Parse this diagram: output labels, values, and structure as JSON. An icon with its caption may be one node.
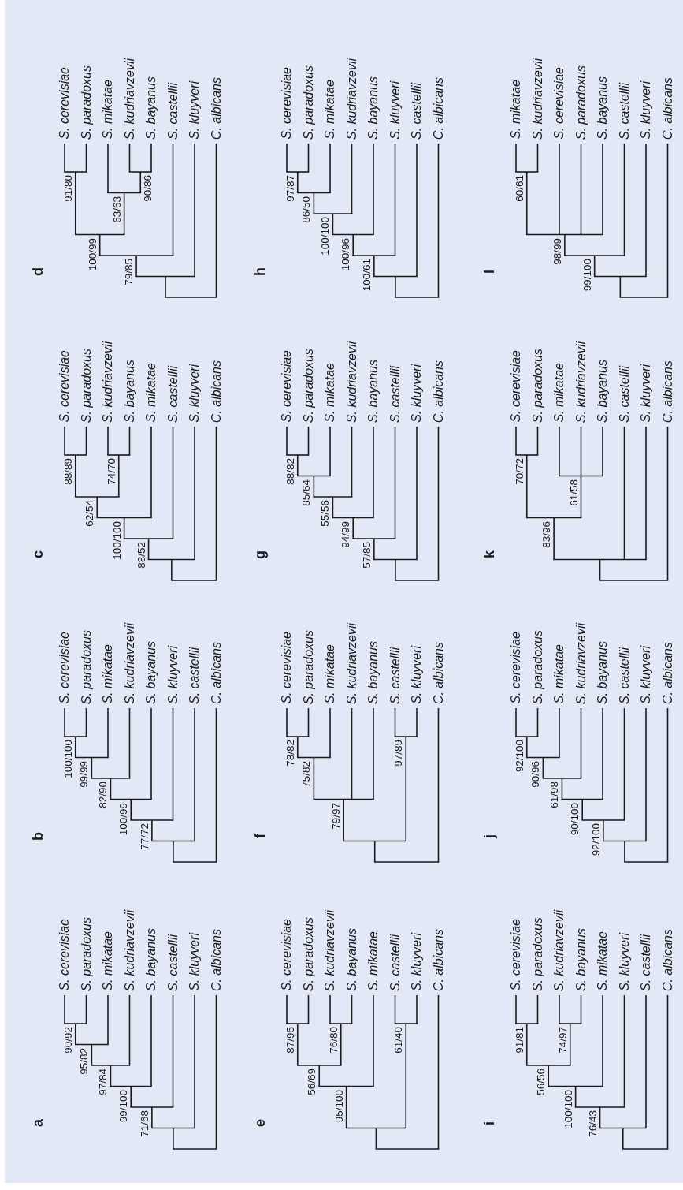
{
  "diagram": {
    "nodes": [
      {
        "text": [
          "S. cerevisiae"
        ]
      },
      {
        "text": [
          "S. paradoxus"
        ]
      },
      {
        "text": [
          "S. mikatae"
        ]
      },
      {
        "text": [
          "S. kudriavzevii"
        ]
      },
      {
        "text": [
          "S. bayanus"
        ]
      },
      {
        "text": [
          "S. castellii"
        ]
      },
      {
        "text": [
          "S. kluyveri"
        ]
      },
      {
        "text": [
          "C. albicans"
        ]
      },
      {
        "text": [],
        "shape": "bar"
      },
      {
        "text": [],
        "shape": "bar"
      },
      {
        "text": [],
        "shape": "bar"
      },
      {
        "text": [],
        "shape": "bar"
      },
      {
        "text": [],
        "shape": "bar"
      },
      {
        "text": [],
        "shape": "bar"
      },
      {
        "text": [],
        "shape": "bar"
      },
      {
        "text": [
          "S. cerevisiae"
        ]
      },
      {
        "text": [
          "S. paradoxus"
        ]
      },
      {
        "text": [
          "S. mikatae"
        ]
      },
      {
        "text": [
          "S. kudriavzevii"
        ]
      },
      {
        "text": [
          "S. bayanus"
        ]
      },
      {
        "text": [
          "S. kluyveri"
        ]
      },
      {
        "text": [
          "S. castellii"
        ]
      },
      {
        "text": [
          "C. albicans"
        ]
      },
      {
        "text": [],
        "shape": "bar"
      },
      {
        "text": [],
        "shape": "bar"
      },
      {
        "text": [],
        "shape": "bar"
      },
      {
        "text": [],
        "shape": "bar"
      },
      {
        "text": [],
        "shape": "bar"
      },
      {
        "text": [],
        "shape": "bar"
      },
      {
        "text": [],
        "shape": "bar"
      },
      {
        "text": [
          "S. cerevisiae"
        ]
      },
      {
        "text": [
          "S. paradoxus"
        ]
      },
      {
        "text": [
          "S. kudriavzevii"
        ]
      },
      {
        "text": [
          "S. bayanus"
        ]
      },
      {
        "text": [
          "S. mikatae"
        ]
      },
      {
        "text": [
          "S. castellii"
        ]
      },
      {
        "text": [
          "S. kluyveri"
        ]
      },
      {
        "text": [
          "C. albicans"
        ]
      },
      {
        "text": [],
        "shape": "bar"
      },
      {
        "text": [],
        "shape": "bar"
      },
      {
        "text": [],
        "shape": "bar"
      },
      {
        "text": [],
        "shape": "bar"
      },
      {
        "text": [],
        "shape": "bar"
      },
      {
        "text": [],
        "shape": "bar"
      },
      {
        "text": [],
        "shape": "bar"
      },
      {
        "text": [
          "S. cerevisiae"
        ]
      },
      {
        "text": [
          "S. paradoxus"
        ]
      },
      {
        "text": [
          "S. mikatae"
        ]
      },
      {
        "text": [
          "S. kudriavzevii"
        ]
      },
      {
        "text": [
          "S. bayanus"
        ]
      },
      {
        "text": [
          "S. castellii"
        ]
      },
      {
        "text": [
          "S. kluyveri"
        ]
      },
      {
        "text": [
          "C. albicans"
        ]
      },
      {
        "text": [],
        "shape": "bar"
      },
      {
        "text": [],
        "shape": "bar"
      },
      {
        "text": [],
        "shape": "bar"
      },
      {
        "text": [],
        "shape": "bar"
      },
      {
        "text": [],
        "shape": "bar"
      },
      {
        "text": [],
        "shape": "bar"
      },
      {
        "text": [],
        "shape": "bar"
      },
      {
        "text": [
          "S. cerevisiae"
        ]
      },
      {
        "text": [
          "S. paradoxus"
        ]
      },
      {
        "text": [
          "S. kudriavzevii"
        ]
      },
      {
        "text": [
          "S. bayanus"
        ]
      },
      {
        "text": [
          "S. mikatae"
        ]
      },
      {
        "text": [
          "S. castellii"
        ]
      },
      {
        "text": [
          "S. kluyveri"
        ]
      },
      {
        "text": [
          "C. albicans"
        ]
      },
      {
        "text": [],
        "shape": "bar"
      },
      {
        "text": [],
        "shape": "bar"
      },
      {
        "text": [],
        "shape": "bar"
      },
      {
        "text": [],
        "shape": "bar"
      },
      {
        "text": [],
        "shape": "bar"
      },
      {
        "text": [],
        "shape": "bar"
      },
      {
        "text": [],
        "shape": "bar"
      },
      {
        "text": [
          "S. cerevisiae"
        ]
      },
      {
        "text": [
          "S. paradoxus"
        ]
      },
      {
        "text": [
          "S. mikatae"
        ]
      },
      {
        "text": [
          "S. kudriavzevii"
        ]
      },
      {
        "text": [
          "S. bayanus"
        ]
      },
      {
        "text": [
          "S. castellii"
        ]
      },
      {
        "text": [
          "S. kluyveri"
        ]
      },
      {
        "text": [
          "C. albicans"
        ]
      },
      {
        "text": [],
        "shape": "bar"
      },
      {
        "text": [],
        "shape": "bar"
      },
      {
        "text": [],
        "shape": "bar"
      },
      {
        "text": [],
        "shape": "bar"
      },
      {
        "text": [],
        "shape": "bar"
      },
      {
        "text": [],
        "shape": "bar"
      },
      {
        "text": [
          "S. cerevisiae"
        ]
      },
      {
        "text": [
          "S. paradoxus"
        ]
      },
      {
        "text": [
          "S. mikatae"
        ]
      },
      {
        "text": [
          "S. kudriavzevii"
        ]
      },
      {
        "text": [
          "S. bayanus"
        ]
      },
      {
        "text": [
          "S. castellii"
        ]
      },
      {
        "text": [
          "S. kluyveri"
        ]
      },
      {
        "text": [
          "C. albicans"
        ]
      },
      {
        "text": [],
        "shape": "bar"
      },
      {
        "text": [],
        "shape": "bar"
      },
      {
        "text": [],
        "shape": "bar"
      },
      {
        "text": [],
        "shape": "bar"
      },
      {
        "text": [],
        "shape": "bar"
      },
      {
        "text": [],
        "shape": "bar"
      },
      {
        "text": [],
        "shape": "bar"
      },
      {
        "text": [
          "S. cerevisiae"
        ]
      },
      {
        "text": [
          "S. paradoxus"
        ]
      },
      {
        "text": [
          "S. mikatae"
        ]
      },
      {
        "text": [
          "S. kudriavzevii"
        ]
      },
      {
        "text": [
          "S. bayanus"
        ]
      },
      {
        "text": [
          "S. kluyveri"
        ]
      },
      {
        "text": [
          "S. castellii"
        ]
      },
      {
        "text": [
          "C. albicans"
        ]
      },
      {
        "text": [],
        "shape": "bar"
      },
      {
        "text": [],
        "shape": "bar"
      },
      {
        "text": [],
        "shape": "bar"
      },
      {
        "text": [],
        "shape": "bar"
      },
      {
        "text": [],
        "shape": "bar"
      },
      {
        "text": [],
        "shape": "bar"
      },
      {
        "text": [],
        "shape": "bar"
      },
      {
        "text": [
          "S. cerevisiae"
        ]
      },
      {
        "text": [
          "S. paradoxus"
        ]
      },
      {
        "text": [
          "S. kudriavzevii"
        ]
      },
      {
        "text": [
          "S. bayanus"
        ]
      },
      {
        "text": [
          "S. mikatae"
        ]
      },
      {
        "text": [
          "S. kluyveri"
        ]
      },
      {
        "text": [
          "S. castellii"
        ]
      },
      {
        "text": [
          "C. albicans"
        ]
      },
      {
        "text": [],
        "shape": "bar"
      },
      {
        "text": [],
        "shape": "bar"
      },
      {
        "text": [],
        "shape": "bar"
      },
      {
        "text": [],
        "shape": "bar"
      },
      {
        "text": [],
        "shape": "bar"
      },
      {
        "text": [],
        "shape": "bar"
      },
      {
        "text": [],
        "shape": "bar"
      },
      {
        "text": [
          "S. cerevisiae"
        ]
      },
      {
        "text": [
          "S. paradoxus"
        ]
      },
      {
        "text": [
          "S. mikatae"
        ]
      },
      {
        "text": [
          "S. kudriavzevii"
        ]
      },
      {
        "text": [
          "S. bayanus"
        ]
      },
      {
        "text": [
          "S. castellii"
        ]
      },
      {
        "text": [
          "S. kluyveri"
        ]
      },
      {
        "text": [
          "C. albicans"
        ]
      },
      {
        "text": [],
        "shape": "bar"
      },
      {
        "text": [],
        "shape": "bar"
      },
      {
        "text": [],
        "shape": "bar"
      },
      {
        "text": [],
        "shape": "bar"
      },
      {
        "text": [],
        "shape": "bar"
      },
      {
        "text": [],
        "shape": "bar"
      },
      {
        "text": [],
        "shape": "bar"
      },
      {
        "text": [
          "S. cerevisiae"
        ]
      },
      {
        "text": [
          "S. paradoxus"
        ]
      },
      {
        "text": [
          "S. mikatae"
        ]
      },
      {
        "text": [
          "S. kudriavzevii"
        ]
      },
      {
        "text": [
          "S. bayanus"
        ]
      },
      {
        "text": [
          "S. castellii"
        ]
      },
      {
        "text": [
          "S. kluyveri"
        ]
      },
      {
        "text": [
          "C. albicans"
        ]
      },
      {
        "text": [],
        "shape": "bar"
      },
      {
        "text": [],
        "shape": "bar"
      },
      {
        "text": [],
        "shape": "bar"
      },
      {
        "text": [],
        "shape": "bar"
      },
      {
        "text": [],
        "shape": "bar"
      },
      {
        "text": [
          "S. mikatae"
        ]
      },
      {
        "text": [
          "S. kudriavzevii"
        ]
      },
      {
        "text": [
          "S. cerevisiae"
        ]
      },
      {
        "text": [
          "S. paradoxus"
        ]
      },
      {
        "text": [
          "S. bayanus"
        ]
      },
      {
        "text": [
          "S. castellii"
        ]
      },
      {
        "text": [
          "S. kluyveri"
        ]
      },
      {
        "text": [
          "C. albicans"
        ]
      },
      {
        "text": [],
        "shape": "bar"
      },
      {
        "text": [],
        "shape": "bar"
      },
      {
        "text": [],
        "shape": "bar"
      },
      {
        "text": [],
        "shape": "bar"
      },
      {
        "text": [],
        "shape": "bar"
      }
    ],
    "edges": [
      {
        "from": 8,
        "to": 0,
        "arrow": "none"
      },
      {
        "from": 8,
        "to": 1,
        "arrow": "none"
      },
      {
        "from": 9,
        "to": 8,
        "arrow": "none",
        "label": "90/92"
      },
      {
        "from": 9,
        "to": 2,
        "arrow": "none"
      },
      {
        "from": 10,
        "to": 9,
        "arrow": "none",
        "label": "95/82"
      },
      {
        "from": 10,
        "to": 3,
        "arrow": "none"
      },
      {
        "from": 11,
        "to": 10,
        "arrow": "none",
        "label": "97/84"
      },
      {
        "from": 11,
        "to": 4,
        "arrow": "none"
      },
      {
        "from": 12,
        "to": 11,
        "arrow": "none",
        "label": "99/100"
      },
      {
        "from": 12,
        "to": 5,
        "arrow": "none"
      },
      {
        "from": 13,
        "to": 12,
        "arrow": "none",
        "label": "71/68"
      },
      {
        "from": 13,
        "to": 6,
        "arrow": "none"
      },
      {
        "from": 14,
        "to": 13,
        "arrow": "none"
      },
      {
        "from": 14,
        "to": 7,
        "arrow": "none"
      },
      {
        "from": 23,
        "to": 15,
        "arrow": "none"
      },
      {
        "from": 23,
        "to": 16,
        "arrow": "none"
      },
      {
        "from": 24,
        "to": 23,
        "arrow": "none",
        "label": "100/100"
      },
      {
        "from": 24,
        "to": 17,
        "arrow": "none"
      },
      {
        "from": 25,
        "to": 24,
        "arrow": "none",
        "label": "99/99"
      },
      {
        "from": 25,
        "to": 18,
        "arrow": "none"
      },
      {
        "from": 26,
        "to": 25,
        "arrow": "none",
        "label": "82/90"
      },
      {
        "from": 26,
        "to": 19,
        "arrow": "none"
      },
      {
        "from": 27,
        "to": 26,
        "arrow": "none",
        "label": "100/99"
      },
      {
        "from": 27,
        "to": 20,
        "arrow": "none"
      },
      {
        "from": 28,
        "to": 27,
        "arrow": "none",
        "label": "77/72"
      },
      {
        "from": 28,
        "to": 21,
        "arrow": "none"
      },
      {
        "from": 29,
        "to": 28,
        "arrow": "none"
      },
      {
        "from": 29,
        "to": 22,
        "arrow": "none"
      },
      {
        "from": 38,
        "to": 30,
        "arrow": "none"
      },
      {
        "from": 38,
        "to": 31,
        "arrow": "none"
      },
      {
        "from": 39,
        "to": 32,
        "arrow": "none"
      },
      {
        "from": 39,
        "to": 33,
        "arrow": "none"
      },
      {
        "from": 40,
        "to": 38,
        "arrow": "none",
        "label": "88/89"
      },
      {
        "from": 40,
        "to": 39,
        "arrow": "none",
        "label": "74/70"
      },
      {
        "from": 41,
        "to": 40,
        "arrow": "none",
        "label": "62/54"
      },
      {
        "from": 41,
        "to": 34,
        "arrow": "none"
      },
      {
        "from": 42,
        "to": 41,
        "arrow": "none",
        "label": "100/100"
      },
      {
        "from": 42,
        "to": 35,
        "arrow": "none"
      },
      {
        "from": 43,
        "to": 42,
        "arrow": "none",
        "label": "88/52"
      },
      {
        "from": 43,
        "to": 36,
        "arrow": "none"
      },
      {
        "from": 44,
        "to": 43,
        "arrow": "none"
      },
      {
        "from": 44,
        "to": 37,
        "arrow": "none"
      },
      {
        "from": 53,
        "to": 45,
        "arrow": "none"
      },
      {
        "from": 53,
        "to": 46,
        "arrow": "none"
      },
      {
        "from": 54,
        "to": 48,
        "arrow": "none"
      },
      {
        "from": 54,
        "to": 49,
        "arrow": "none"
      },
      {
        "from": 55,
        "to": 47,
        "arrow": "none"
      },
      {
        "from": 55,
        "to": 54,
        "arrow": "none",
        "label": "90/86"
      },
      {
        "from": 56,
        "to": 53,
        "arrow": "none",
        "label": "91/80"
      },
      {
        "from": 56,
        "to": 55,
        "arrow": "none",
        "label": "63/63"
      },
      {
        "from": 57,
        "to": 56,
        "arrow": "none",
        "label": "100/99"
      },
      {
        "from": 57,
        "to": 50,
        "arrow": "none"
      },
      {
        "from": 58,
        "to": 57,
        "arrow": "none",
        "label": "79/85"
      },
      {
        "from": 58,
        "to": 51,
        "arrow": "none"
      },
      {
        "from": 59,
        "to": 58,
        "arrow": "none"
      },
      {
        "from": 59,
        "to": 52,
        "arrow": "none"
      },
      {
        "from": 68,
        "to": 60,
        "arrow": "none"
      },
      {
        "from": 68,
        "to": 61,
        "arrow": "none"
      },
      {
        "from": 69,
        "to": 62,
        "arrow": "none"
      },
      {
        "from": 69,
        "to": 63,
        "arrow": "none"
      },
      {
        "from": 70,
        "to": 65,
        "arrow": "none"
      },
      {
        "from": 70,
        "to": 66,
        "arrow": "none"
      },
      {
        "from": 71,
        "to": 68,
        "arrow": "none",
        "label": "87/95"
      },
      {
        "from": 71,
        "to": 69,
        "arrow": "none",
        "label": "76/80"
      },
      {
        "from": 72,
        "to": 71,
        "arrow": "none",
        "label": "56/69"
      },
      {
        "from": 72,
        "to": 64,
        "arrow": "none"
      },
      {
        "from": 73,
        "to": 72,
        "arrow": "none",
        "label": "95/100"
      },
      {
        "from": 73,
        "to": 70,
        "arrow": "none",
        "label": "61/40"
      },
      {
        "from": 74,
        "to": 73,
        "arrow": "none"
      },
      {
        "from": 74,
        "to": 67,
        "arrow": "none"
      },
      {
        "from": 83,
        "to": 75,
        "arrow": "none"
      },
      {
        "from": 83,
        "to": 76,
        "arrow": "none"
      },
      {
        "from": 84,
        "to": 80,
        "arrow": "none"
      },
      {
        "from": 84,
        "to": 81,
        "arrow": "none"
      },
      {
        "from": 85,
        "to": 83,
        "arrow": "none",
        "label": "78/82"
      },
      {
        "from": 85,
        "to": 77,
        "arrow": "none"
      },
      {
        "from": 86,
        "to": 85,
        "arrow": "none",
        "label": "75/82"
      },
      {
        "from": 86,
        "to": 78,
        "arrow": "none"
      },
      {
        "from": 86,
        "to": 79,
        "arrow": "none"
      },
      {
        "from": 87,
        "to": 86,
        "arrow": "none",
        "label": "79/97"
      },
      {
        "from": 87,
        "to": 84,
        "arrow": "none",
        "label": "97/89"
      },
      {
        "from": 88,
        "to": 87,
        "arrow": "none"
      },
      {
        "from": 88,
        "to": 82,
        "arrow": "none"
      },
      {
        "from": 97,
        "to": 89,
        "arrow": "none"
      },
      {
        "from": 97,
        "to": 90,
        "arrow": "none"
      },
      {
        "from": 98,
        "to": 97,
        "arrow": "none",
        "label": "88/82"
      },
      {
        "from": 98,
        "to": 91,
        "arrow": "none"
      },
      {
        "from": 99,
        "to": 98,
        "arrow": "none",
        "label": "85/64"
      },
      {
        "from": 99,
        "to": 92,
        "arrow": "none"
      },
      {
        "from": 100,
        "to": 99,
        "arrow": "none",
        "label": "55/56"
      },
      {
        "from": 100,
        "to": 93,
        "arrow": "none"
      },
      {
        "from": 101,
        "to": 100,
        "arrow": "none",
        "label": "94/99"
      },
      {
        "from": 101,
        "to": 94,
        "arrow": "none"
      },
      {
        "from": 102,
        "to": 101,
        "arrow": "none",
        "label": "57/85"
      },
      {
        "from": 102,
        "to": 95,
        "arrow": "none"
      },
      {
        "from": 103,
        "to": 102,
        "arrow": "none"
      },
      {
        "from": 103,
        "to": 96,
        "arrow": "none"
      },
      {
        "from": 112,
        "to": 104,
        "arrow": "none"
      },
      {
        "from": 112,
        "to": 105,
        "arrow": "none"
      },
      {
        "from": 113,
        "to": 112,
        "arrow": "none",
        "label": "97/87"
      },
      {
        "from": 113,
        "to": 106,
        "arrow": "none"
      },
      {
        "from": 114,
        "to": 113,
        "arrow": "none",
        "label": "86/50"
      },
      {
        "from": 114,
        "to": 107,
        "arrow": "none"
      },
      {
        "from": 115,
        "to": 114,
        "arrow": "none",
        "label": "100/100"
      },
      {
        "from": 115,
        "to": 108,
        "arrow": "none"
      },
      {
        "from": 116,
        "to": 115,
        "arrow": "none",
        "label": "100/96"
      },
      {
        "from": 116,
        "to": 109,
        "arrow": "none"
      },
      {
        "from": 117,
        "to": 116,
        "arrow": "none",
        "label": "100/61"
      },
      {
        "from": 117,
        "to": 110,
        "arrow": "none"
      },
      {
        "from": 118,
        "to": 117,
        "arrow": "none"
      },
      {
        "from": 118,
        "to": 111,
        "arrow": "none"
      },
      {
        "from": 127,
        "to": 119,
        "arrow": "none"
      },
      {
        "from": 127,
        "to": 120,
        "arrow": "none"
      },
      {
        "from": 128,
        "to": 121,
        "arrow": "none"
      },
      {
        "from": 128,
        "to": 122,
        "arrow": "none"
      },
      {
        "from": 129,
        "to": 127,
        "arrow": "none",
        "label": "91/81"
      },
      {
        "from": 129,
        "to": 128,
        "arrow": "none",
        "label": "74/97"
      },
      {
        "from": 130,
        "to": 129,
        "arrow": "none",
        "label": "56/56"
      },
      {
        "from": 130,
        "to": 123,
        "arrow": "none"
      },
      {
        "from": 131,
        "to": 130,
        "arrow": "none",
        "label": "100/100"
      },
      {
        "from": 131,
        "to": 124,
        "arrow": "none"
      },
      {
        "from": 132,
        "to": 131,
        "arrow": "none",
        "label": "76/43"
      },
      {
        "from": 132,
        "to": 125,
        "arrow": "none"
      },
      {
        "from": 133,
        "to": 132,
        "arrow": "none"
      },
      {
        "from": 133,
        "to": 126,
        "arrow": "none"
      },
      {
        "from": 142,
        "to": 134,
        "arrow": "none"
      },
      {
        "from": 142,
        "to": 135,
        "arrow": "none"
      },
      {
        "from": 143,
        "to": 142,
        "arrow": "none",
        "label": "92/100"
      },
      {
        "from": 143,
        "to": 136,
        "arrow": "none"
      },
      {
        "from": 144,
        "to": 143,
        "arrow": "none",
        "label": "90/96"
      },
      {
        "from": 144,
        "to": 137,
        "arrow": "none"
      },
      {
        "from": 145,
        "to": 144,
        "arrow": "none",
        "label": "61/98"
      },
      {
        "from": 145,
        "to": 138,
        "arrow": "none"
      },
      {
        "from": 146,
        "to": 145,
        "arrow": "none",
        "label": "90/100"
      },
      {
        "from": 146,
        "to": 139,
        "arrow": "none"
      },
      {
        "from": 147,
        "to": 146,
        "arrow": "none",
        "label": "92/100"
      },
      {
        "from": 147,
        "to": 140,
        "arrow": "none"
      },
      {
        "from": 148,
        "to": 147,
        "arrow": "none"
      },
      {
        "from": 148,
        "to": 141,
        "arrow": "none"
      },
      {
        "from": 157,
        "to": 149,
        "arrow": "none"
      },
      {
        "from": 157,
        "to": 150,
        "arrow": "none"
      },
      {
        "from": 158,
        "to": 151,
        "arrow": "none"
      },
      {
        "from": 158,
        "to": 152,
        "arrow": "none"
      },
      {
        "from": 158,
        "to": 153,
        "arrow": "none"
      },
      {
        "from": 159,
        "to": 157,
        "arrow": "none",
        "label": "70/72"
      },
      {
        "from": 159,
        "to": 158,
        "arrow": "none",
        "label": "61/58"
      },
      {
        "from": 160,
        "to": 159,
        "arrow": "none",
        "label": "83/96"
      },
      {
        "from": 160,
        "to": 154,
        "arrow": "none"
      },
      {
        "from": 160,
        "to": 155,
        "arrow": "none"
      },
      {
        "from": 161,
        "to": 160,
        "arrow": "none"
      },
      {
        "from": 161,
        "to": 156,
        "arrow": "none"
      },
      {
        "from": 170,
        "to": 162,
        "arrow": "none"
      },
      {
        "from": 170,
        "to": 163,
        "arrow": "none"
      },
      {
        "from": 171,
        "to": 170,
        "arrow": "none",
        "label": "60/61"
      },
      {
        "from": 171,
        "to": 164,
        "arrow": "none"
      },
      {
        "from": 171,
        "to": 165,
        "arrow": "none"
      },
      {
        "from": 171,
        "to": 166,
        "arrow": "none"
      },
      {
        "from": 172,
        "to": 171,
        "arrow": "none",
        "label": "98/99"
      },
      {
        "from": 172,
        "to": 167,
        "arrow": "none"
      },
      {
        "from": 173,
        "to": 172,
        "arrow": "none",
        "label": "99/100"
      },
      {
        "from": 173,
        "to": 168,
        "arrow": "none"
      },
      {
        "from": 174,
        "to": 173,
        "arrow": "none"
      },
      {
        "from": 174,
        "to": 169,
        "arrow": "none"
      }
    ],
    "labels": [
      "a",
      "b",
      "c",
      "d",
      "e",
      "f",
      "g",
      "h",
      "i",
      "j",
      "k",
      "l"
    ]
  }
}
